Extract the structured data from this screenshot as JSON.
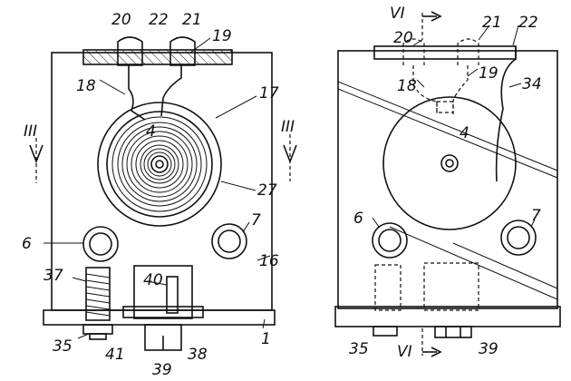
{
  "left_view": {
    "labels": {
      "l20": "20",
      "l22": "22",
      "l21": "21",
      "l19": "19",
      "l18": "18",
      "l17": "17",
      "l4": "4",
      "l3a": "III",
      "l3b": "III",
      "l27": "27",
      "l6": "6",
      "l7": "7",
      "l16": "16",
      "l37": "37",
      "l40": "40",
      "l35": "35",
      "l41": "41",
      "l39": "39",
      "l38": "38",
      "l1": "1"
    }
  },
  "right_view": {
    "labels": {
      "l6top": "VI",
      "l20": "20",
      "l21": "21",
      "l22": "22",
      "l18": "18",
      "l19": "19",
      "l34": "34",
      "l4": "4",
      "l6": "6",
      "l7": "7",
      "l35": "35",
      "l6bot": "VI",
      "l39": "39"
    }
  },
  "colors": {
    "ink": "#111111",
    "paper": "#ffffff"
  }
}
